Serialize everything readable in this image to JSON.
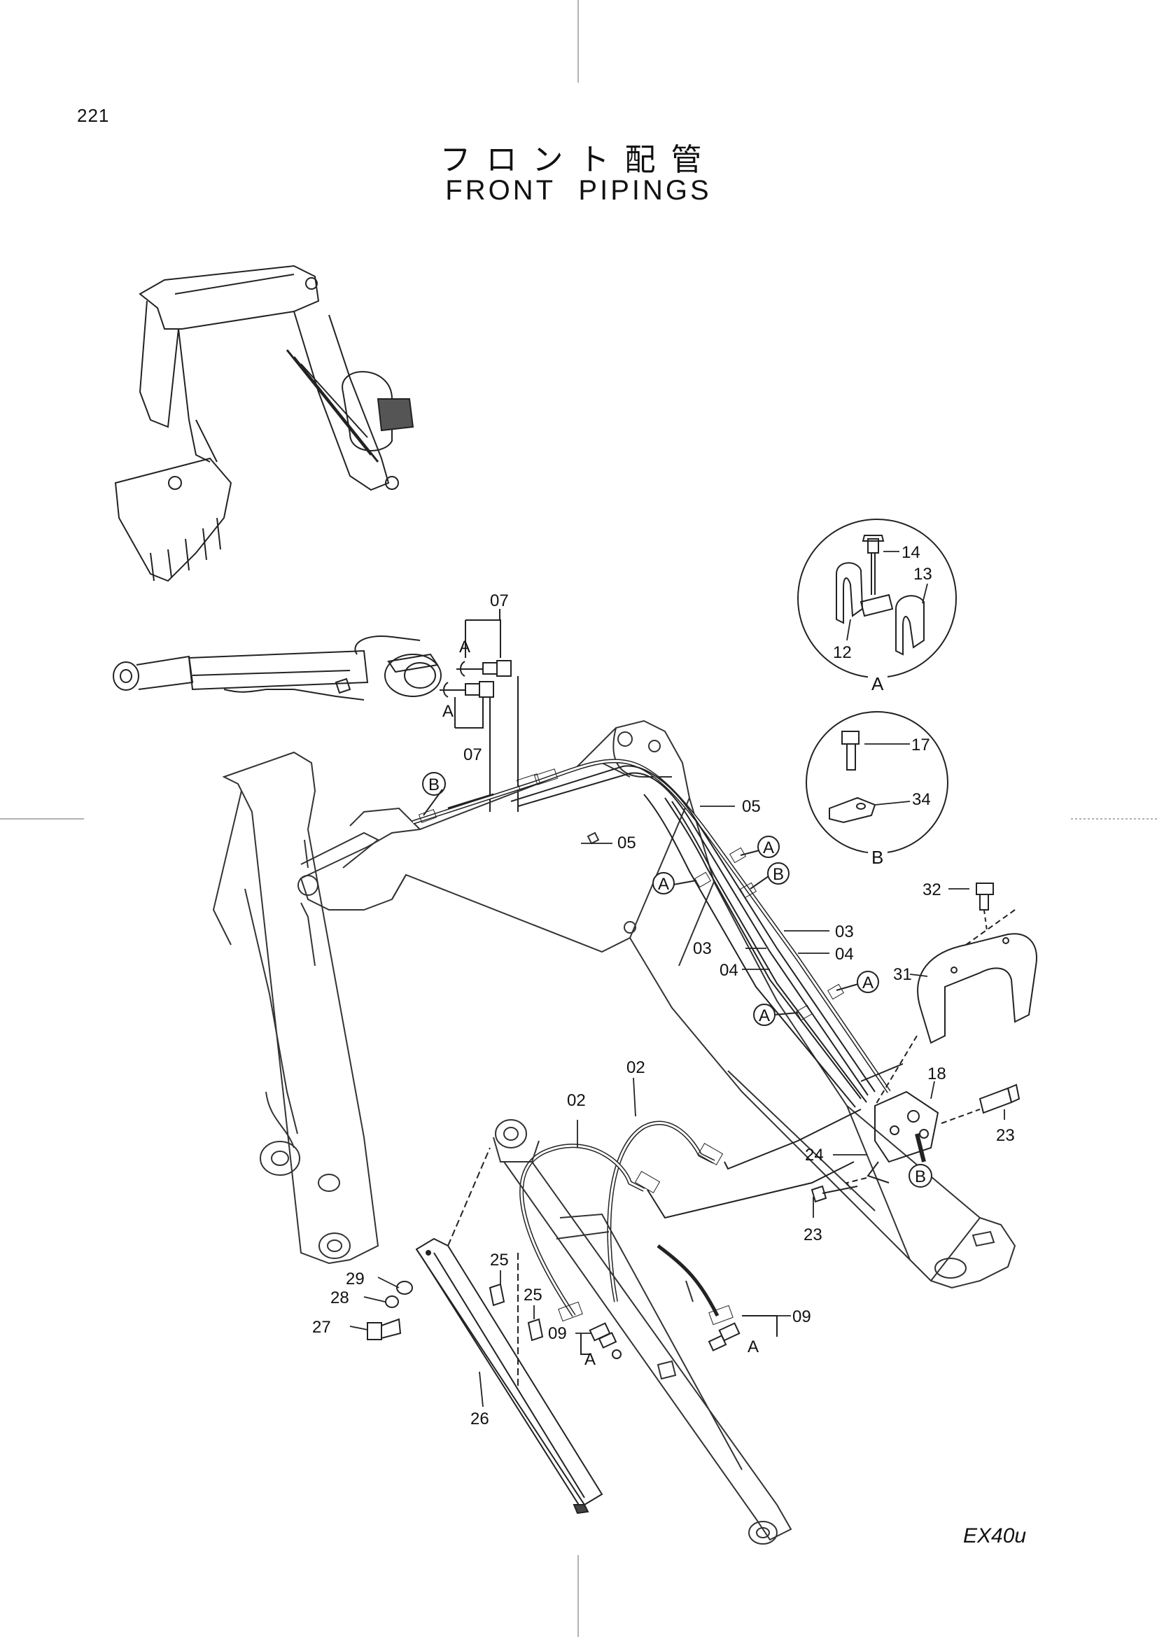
{
  "page": {
    "number": "221",
    "title_jp": "フロント配管",
    "title_en": "FRONT PIPINGS",
    "model": "EX40u"
  },
  "details": [
    {
      "id": "A",
      "label": "A",
      "parts": [
        "14",
        "13",
        "12"
      ]
    },
    {
      "id": "B",
      "label": "B",
      "parts": [
        "17",
        "34"
      ]
    }
  ],
  "part_labels": [
    {
      "id": "p14",
      "text": "14"
    },
    {
      "id": "p13",
      "text": "13"
    },
    {
      "id": "p12",
      "text": "12"
    },
    {
      "id": "p17",
      "text": "17"
    },
    {
      "id": "p34",
      "text": "34"
    },
    {
      "id": "p07a",
      "text": "07"
    },
    {
      "id": "p07b",
      "text": "07"
    },
    {
      "id": "p05a",
      "text": "05"
    },
    {
      "id": "p05b",
      "text": "05"
    },
    {
      "id": "p03a",
      "text": "03"
    },
    {
      "id": "p03b",
      "text": "03"
    },
    {
      "id": "p04a",
      "text": "04"
    },
    {
      "id": "p04b",
      "text": "04"
    },
    {
      "id": "p32",
      "text": "32"
    },
    {
      "id": "p31",
      "text": "31"
    },
    {
      "id": "p18",
      "text": "18"
    },
    {
      "id": "p23a",
      "text": "23"
    },
    {
      "id": "p23b",
      "text": "23"
    },
    {
      "id": "p24",
      "text": "24"
    },
    {
      "id": "p02a",
      "text": "02"
    },
    {
      "id": "p02b",
      "text": "02"
    },
    {
      "id": "p25a",
      "text": "25"
    },
    {
      "id": "p25b",
      "text": "25"
    },
    {
      "id": "p29",
      "text": "29"
    },
    {
      "id": "p28",
      "text": "28"
    },
    {
      "id": "p27",
      "text": "27"
    },
    {
      "id": "p26",
      "text": "26"
    },
    {
      "id": "p09a",
      "text": "09"
    },
    {
      "id": "p09b",
      "text": "09"
    }
  ],
  "ref_letters": [
    {
      "id": "rA1",
      "text": "A"
    },
    {
      "id": "rA2",
      "text": "A"
    },
    {
      "id": "rA3",
      "text": "A"
    },
    {
      "id": "rA4",
      "text": "A"
    },
    {
      "id": "rA5",
      "text": "A"
    },
    {
      "id": "rA6",
      "text": "A"
    },
    {
      "id": "rA7",
      "text": "A"
    },
    {
      "id": "rA8",
      "text": "A"
    },
    {
      "id": "rA9",
      "text": "A"
    },
    {
      "id": "rB1",
      "text": "B"
    },
    {
      "id": "rB2",
      "text": "B"
    },
    {
      "id": "rB3",
      "text": "B"
    }
  ]
}
